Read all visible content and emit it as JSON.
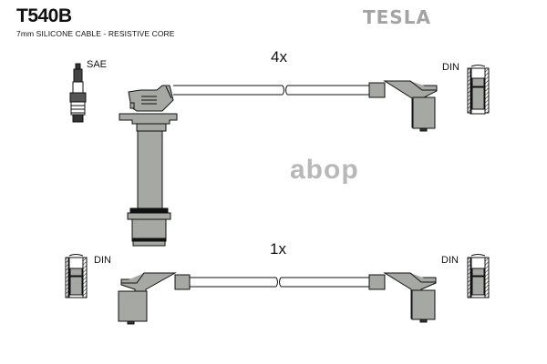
{
  "header": {
    "part_code": "T540B",
    "description": "7mm SILICONE CABLE - RESISTIVE CORE",
    "brand": "TESLA"
  },
  "labels": {
    "spark_plug_standard": "SAE",
    "din_top_right": "DIN",
    "din_bottom_left": "DIN",
    "din_bottom_right": "DIN"
  },
  "quantities": {
    "top_cable": "4x",
    "bottom_cable": "1x"
  },
  "watermark": "abop",
  "colors": {
    "component_fill": "#a6a8a4",
    "outline": "#111111",
    "brand_gray": "#a3a3a3",
    "watermark_gray": "#b8b8b8"
  },
  "icons": {
    "spark_plug": "spark-plug-icon",
    "coil_boot": "coil-boot-icon",
    "angled_boot": "angled-boot-icon",
    "din_terminal": "din-terminal-icon",
    "cable_break": "cable-break-icon"
  }
}
